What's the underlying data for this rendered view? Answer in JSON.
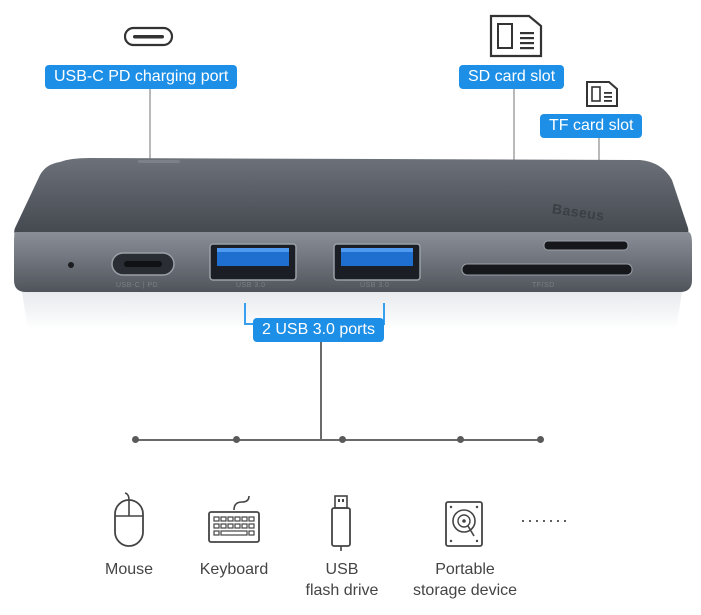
{
  "callouts": {
    "usb_c": "USB-C PD charging port",
    "sd": "SD card slot",
    "tf": "TF card slot",
    "usb3": "2 USB 3.0 ports"
  },
  "hub": {
    "brand": "Baseus",
    "port_labels": [
      "USB-C | PD",
      "USB 3.0",
      "USB 3.0",
      "TF/SD"
    ]
  },
  "devices": [
    {
      "icon": "mouse-icon",
      "line1": "Mouse",
      "line2": ""
    },
    {
      "icon": "keyboard-icon",
      "line1": "Keyboard",
      "line2": ""
    },
    {
      "icon": "usb-flash-drive-icon",
      "line1": "USB",
      "line2": "flash drive"
    },
    {
      "icon": "portable-storage-icon",
      "line1": "Portable",
      "line2": "storage device"
    }
  ],
  "more": "·······",
  "colors": {
    "callout": "#1e8fe6",
    "hub": "#5b6069",
    "port_blue": "#1f6fd1"
  }
}
